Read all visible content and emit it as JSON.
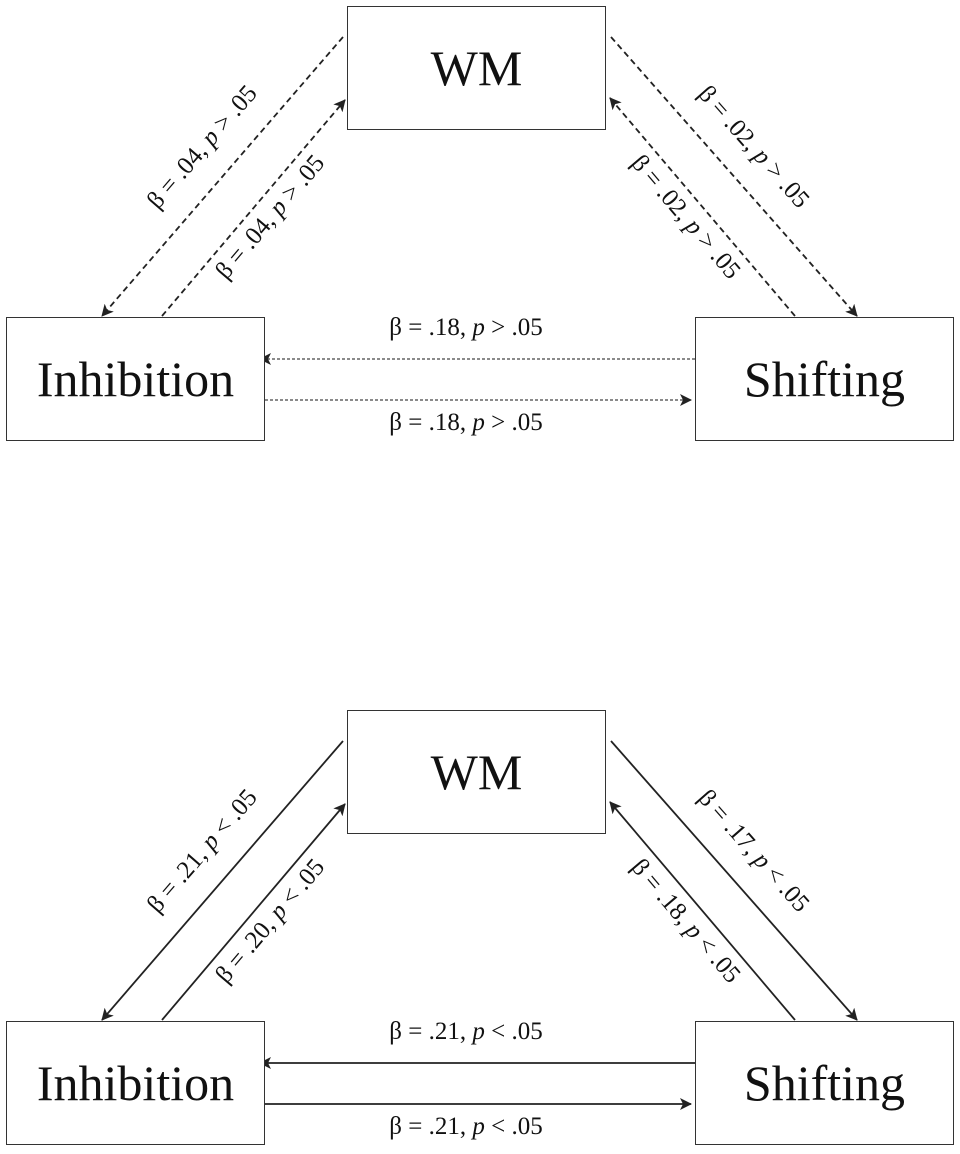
{
  "panels": [
    {
      "id": "top",
      "line_style": "dashed",
      "nodes": {
        "wm": "WM",
        "inhibition": "Inhibition",
        "shifting": "Shifting"
      },
      "paths": {
        "wm_to_inhibition": {
          "beta": "β = .04,",
          "p_sym": "p",
          "p_rest": " > .05"
        },
        "inhibition_to_wm": {
          "beta": "β = .04,",
          "p_sym": "p",
          "p_rest": " > .05"
        },
        "wm_to_shifting": {
          "beta": "β = .02,",
          "p_sym": "p",
          "p_rest": " > .05"
        },
        "shifting_to_wm": {
          "beta": "β = .02,",
          "p_sym": "p",
          "p_rest": " > .05"
        },
        "shifting_to_inhibition": {
          "beta": "β = .18,",
          "p_sym": "p",
          "p_rest": " > .05"
        },
        "inhibition_to_shifting": {
          "beta": "β = .18,",
          "p_sym": "p",
          "p_rest": " > .05"
        }
      }
    },
    {
      "id": "bottom",
      "line_style": "solid",
      "nodes": {
        "wm": "WM",
        "inhibition": "Inhibition",
        "shifting": "Shifting"
      },
      "paths": {
        "wm_to_inhibition": {
          "beta": "β = .21,",
          "p_sym": "p",
          "p_rest": " < .05"
        },
        "inhibition_to_wm": {
          "beta": "β = .20,",
          "p_sym": "p",
          "p_rest": " < .05"
        },
        "wm_to_shifting": {
          "beta": "β = .17,",
          "p_sym": "p",
          "p_rest": " < .05"
        },
        "shifting_to_wm": {
          "beta": "β = .18,",
          "p_sym": "p",
          "p_rest": " < .05"
        },
        "shifting_to_inhibition": {
          "beta": "β = .21,",
          "p_sym": "p",
          "p_rest": " < .05"
        },
        "inhibition_to_shifting": {
          "beta": "β = .21,",
          "p_sym": "p",
          "p_rest": " < .05"
        }
      }
    }
  ],
  "colors": {
    "line": "#222222",
    "text": "#111111",
    "box_border": "#333333"
  }
}
